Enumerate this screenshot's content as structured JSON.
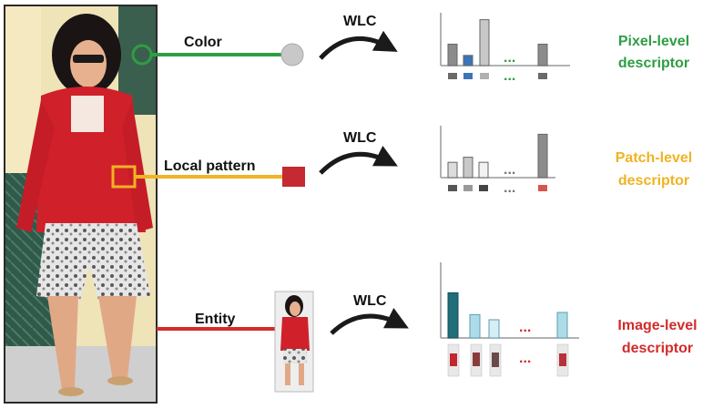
{
  "rows": [
    {
      "cue_label": "Color",
      "wlc_label": "WLC",
      "descriptor_line1": "Pixel-level",
      "descriptor_line2": "descriptor",
      "ellipsis": "...",
      "color": "#2e9e44",
      "relative_bar_heights": [
        0.42,
        0.2,
        0.9,
        0.42
      ],
      "bar_fills": [
        "#8c8c8c",
        "#3c74b8",
        "#c8c8c8",
        "#8c8c8c"
      ]
    },
    {
      "cue_label": "Local pattern",
      "wlc_label": "WLC",
      "descriptor_line1": "Patch-level",
      "descriptor_line2": "descriptor",
      "ellipsis": "...",
      "color": "#f0b323",
      "relative_bar_heights": [
        0.3,
        0.4,
        0.3,
        0.85
      ],
      "bar_fills": [
        "#dcdcdc",
        "#c8c8c8",
        "#f2f2f2",
        "#8c8c8c"
      ]
    },
    {
      "cue_label": "Entity",
      "wlc_label": "WLC",
      "descriptor_line1": "Image-level",
      "descriptor_line2": "descriptor",
      "ellipsis": "...",
      "color": "#d42a2a",
      "relative_bar_heights": [
        0.62,
        0.32,
        0.25,
        0.35
      ],
      "bar_fills": [
        "#1f6e7a",
        "#aedbe8",
        "#d6eef5",
        "#aedbe8"
      ]
    }
  ]
}
